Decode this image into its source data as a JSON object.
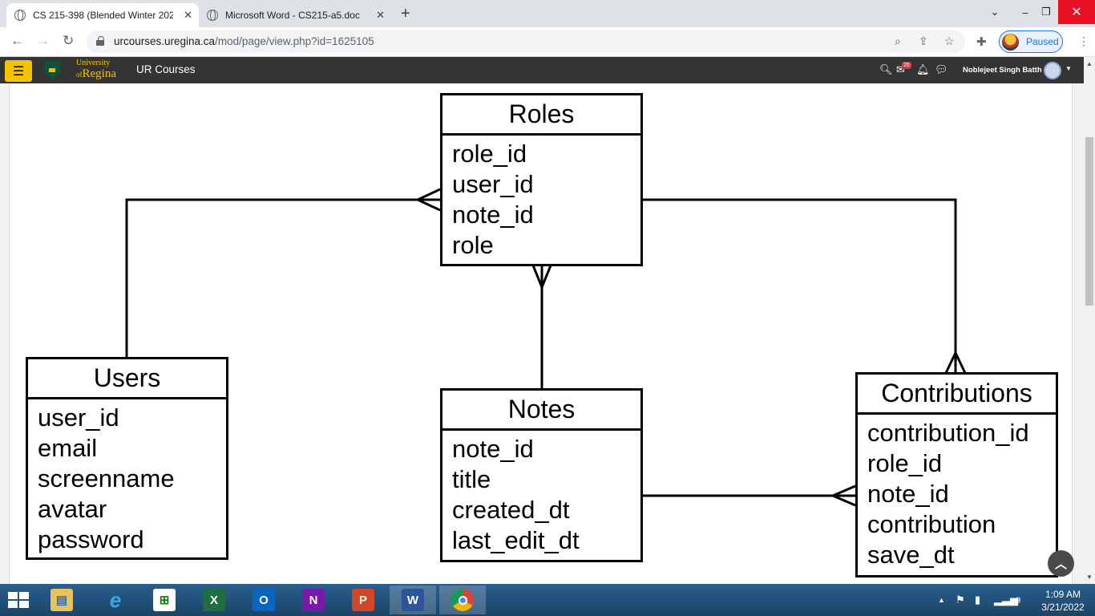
{
  "browser": {
    "tabs": [
      {
        "title": "CS 215-398 (Blended Winter 202",
        "active": true
      },
      {
        "title": "Microsoft Word - CS215-a5.doc",
        "active": false
      }
    ],
    "url_host": "urcourses.uregina.ca",
    "url_path": "/mod/page/view.php?id=1625105",
    "profile_status": "Paused"
  },
  "moodle": {
    "university_small": "University",
    "university_of": "of",
    "university_name": "Regina",
    "site_name": "UR Courses",
    "notification_count": "26",
    "user_name": "Noblejeet Singh Batth"
  },
  "erd": {
    "entities": {
      "roles": {
        "title": "Roles",
        "fields": [
          "role_id",
          "user_id",
          "note_id",
          "role"
        ]
      },
      "users": {
        "title": "Users",
        "fields": [
          "user_id",
          "email",
          "screenname",
          "avatar",
          "password"
        ]
      },
      "notes": {
        "title": "Notes",
        "fields": [
          "note_id",
          "title",
          "created_dt",
          "last_edit_dt"
        ]
      },
      "contributions": {
        "title": "Contributions",
        "fields": [
          "contribution_id",
          "role_id",
          "note_id",
          "contribution",
          "save_dt"
        ]
      }
    }
  },
  "taskbar": {
    "apps": [
      "file-explorer",
      "internet-explorer",
      "store",
      "excel",
      "outlook",
      "onenote",
      "powerpoint",
      "word",
      "chrome"
    ],
    "time": "1:09 AM",
    "date": "3/21/2022"
  }
}
